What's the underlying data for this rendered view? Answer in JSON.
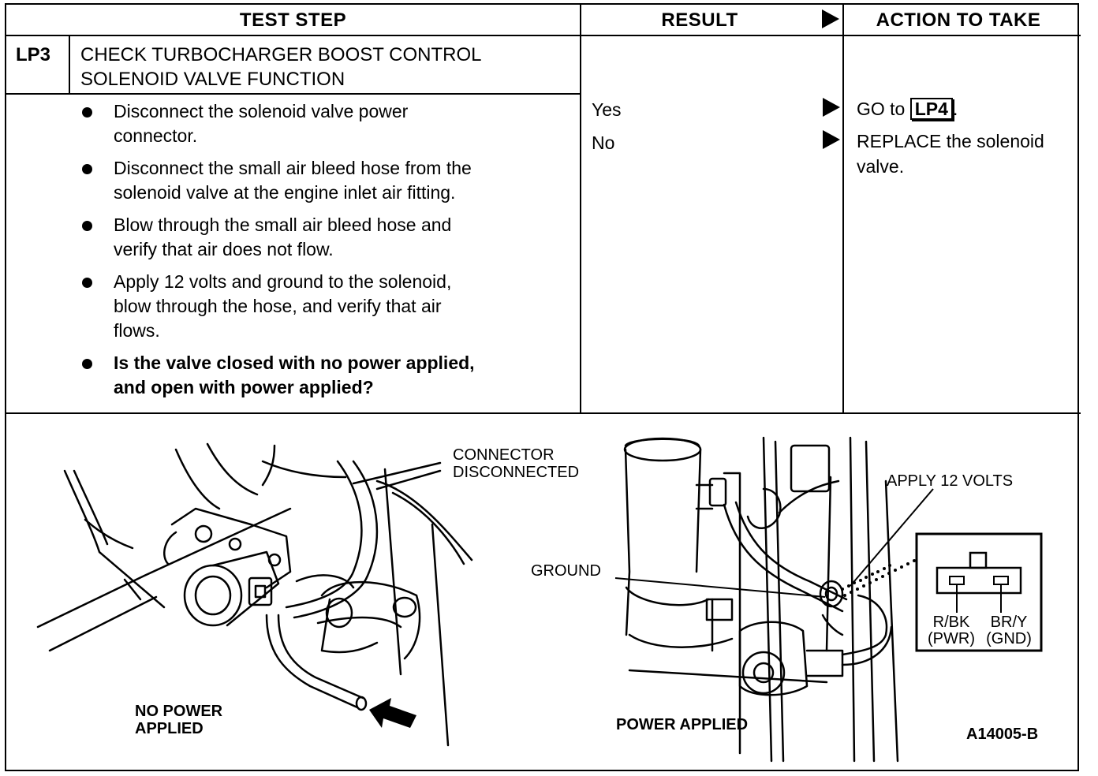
{
  "header": {
    "test_step": "TEST STEP",
    "result": "RESULT",
    "action": "ACTION TO TAKE"
  },
  "step": {
    "id": "LP3",
    "title_line1": "CHECK TURBOCHARGER BOOST CONTROL",
    "title_line2": "SOLENOID VALVE FUNCTION",
    "bullets": [
      {
        "line1": "Disconnect the solenoid valve power",
        "line2": "connector.",
        "line3": ""
      },
      {
        "line1": "Disconnect the small air bleed hose from the",
        "line2": "solenoid valve at the engine inlet air fitting.",
        "line3": ""
      },
      {
        "line1": "Blow through the small air bleed hose and",
        "line2": "verify that air does not flow.",
        "line3": ""
      },
      {
        "line1": "Apply 12 volts and ground to the solenoid,",
        "line2": "blow through the hose, and verify that air",
        "line3": "flows."
      },
      {
        "line1": "Is the valve closed with no power applied,",
        "line2": "and open with power applied?",
        "line3": ""
      }
    ]
  },
  "results": [
    {
      "result": "Yes",
      "action_prefix": "GO to ",
      "action_ref": "LP4",
      "action_suffix": ".",
      "action_line2": ""
    },
    {
      "result": "No",
      "action_prefix": "REPLACE the solenoid",
      "action_ref": "",
      "action_suffix": "",
      "action_line2": "valve."
    }
  ],
  "figure": {
    "connector_line1": "CONNECTOR",
    "connector_line2": "DISCONNECTED",
    "no_power_line1": "NO POWER",
    "no_power_line2": "APPLIED",
    "ground": "GROUND",
    "apply_volts": "APPLY 12 VOLTS",
    "pin_left_color": "R/BK",
    "pin_left_func": "(PWR)",
    "pin_right_color": "BR/Y",
    "pin_right_func": "(GND)",
    "power_applied": "POWER APPLIED",
    "figure_id": "A14005-B"
  }
}
